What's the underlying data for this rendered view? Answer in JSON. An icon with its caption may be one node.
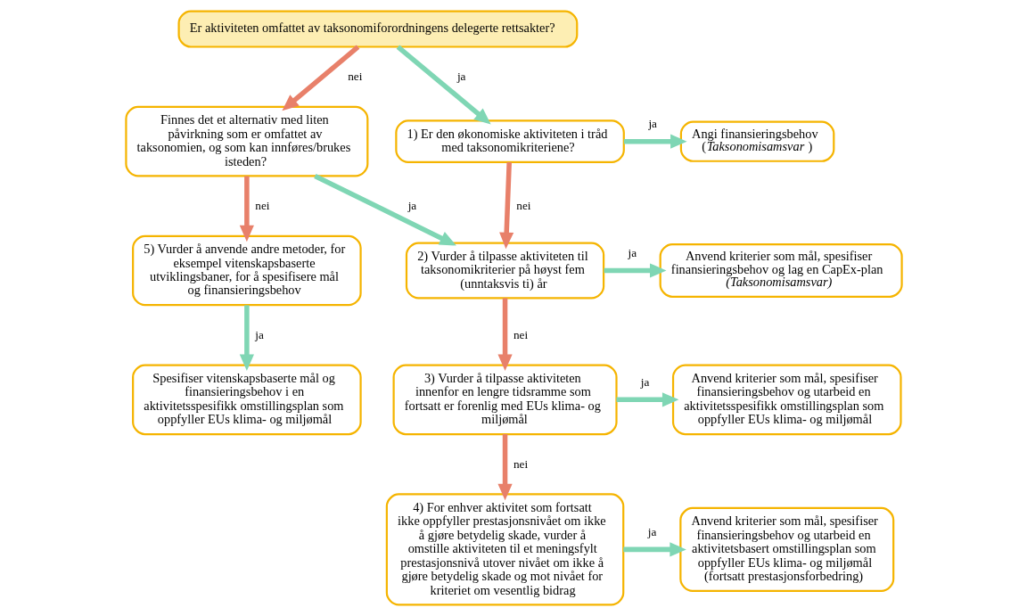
{
  "diagram": {
    "nodes": [
      {
        "text": [
          "Er aktiviteten omfattet av taksonomiforordningens delegerte rettsakter?"
        ]
      },
      {
        "text": [
          "Finnes det et alternativ med liten påvirkning som er omfattet av taksonomien, og som kan innføres/brukes isteden?"
        ]
      },
      {
        "text": [
          "1) Er den økonomiske aktiviteten i tråd med taksonomikriteriene?"
        ]
      },
      {
        "text": [
          "Angi finansieringsbehov (*Taksonomisamsvar*)"
        ]
      },
      {
        "text": [
          "5) Vurder å anvende andre metoder, for eksempel vitenskapsbaserte utviklingsbaner, for å spesifisere mål og finansieringsbehov"
        ]
      },
      {
        "text": [
          "2) Vurder å tilpasse aktiviteten til taksonomikriterier på høyst fem (unntaksvis ti) år"
        ]
      },
      {
        "text": [
          "Anvend kriterier som mål, spesifiser finansieringsbehov og lag en CapEx-plan *(Taksonomisamsvar)*"
        ]
      },
      {
        "text": [
          "Spesifiser vitenskapsbaserte mål og finansieringsbehov i en aktivitetsspesifikk omstillingsplan som oppfyller EUs klima- og miljømål"
        ]
      },
      {
        "text": [
          "3) Vurder å tilpasse aktiviteten innenfor en lengre tidsramme som fortsatt er forenlig med EUs klima- og miljømål"
        ]
      },
      {
        "text": [
          "Anvend kriterier som mål, spesifiser finansieringsbehov og utarbeid en aktivitetsspesifikk omstillingsplan som oppfyller EUs klima- og miljømål"
        ]
      },
      {
        "text": [
          "4) For enhver aktivitet som fortsatt ikke oppfyller prestasjonsnivået om ikke å gjøre betydelig skade, vurder å omstille aktiviteten til et meningsfylt prestasjonsnivå utover nivået om ikke å gjøre betydelig skade og mot nivået for kriteriet om vesentlig bidrag"
        ]
      },
      {
        "text": [
          "Anvend kriterier som mål, spesifiser finansieringsbehov og utarbeid en aktivitetsbasert omstillingsplan som oppfyller EUs klima- og miljømål (fortsatt prestasjonsforbedring)"
        ]
      }
    ],
    "edges": [
      {
        "from": 0,
        "to": 1,
        "arrow": "to",
        "label": "nei",
        "color": "#e8806a"
      },
      {
        "from": 0,
        "to": 2,
        "arrow": "to",
        "label": "ja"
      },
      {
        "from": 1,
        "to": 4,
        "arrow": "to",
        "label": "nei",
        "color": "#e8806a"
      },
      {
        "from": 1,
        "to": 5,
        "arrow": "to",
        "label": "ja"
      },
      {
        "from": 2,
        "to": 3,
        "arrow": "to",
        "label": "ja"
      },
      {
        "from": 2,
        "to": 5,
        "arrow": "to",
        "label": "nei",
        "color": "#e8806a"
      },
      {
        "from": 5,
        "to": 6,
        "arrow": "to",
        "label": "ja"
      },
      {
        "from": 5,
        "to": 8,
        "arrow": "to",
        "label": "nei",
        "color": "#e8806a"
      },
      {
        "from": 4,
        "to": 7,
        "arrow": "to",
        "label": "ja"
      },
      {
        "from": 8,
        "to": 9,
        "arrow": "to",
        "label": "ja"
      },
      {
        "from": 8,
        "to": 10,
        "arrow": "to",
        "label": "nei",
        "color": "#e8806a"
      },
      {
        "from": 10,
        "to": 11,
        "arrow": "to",
        "label": "ja"
      }
    ]
  }
}
